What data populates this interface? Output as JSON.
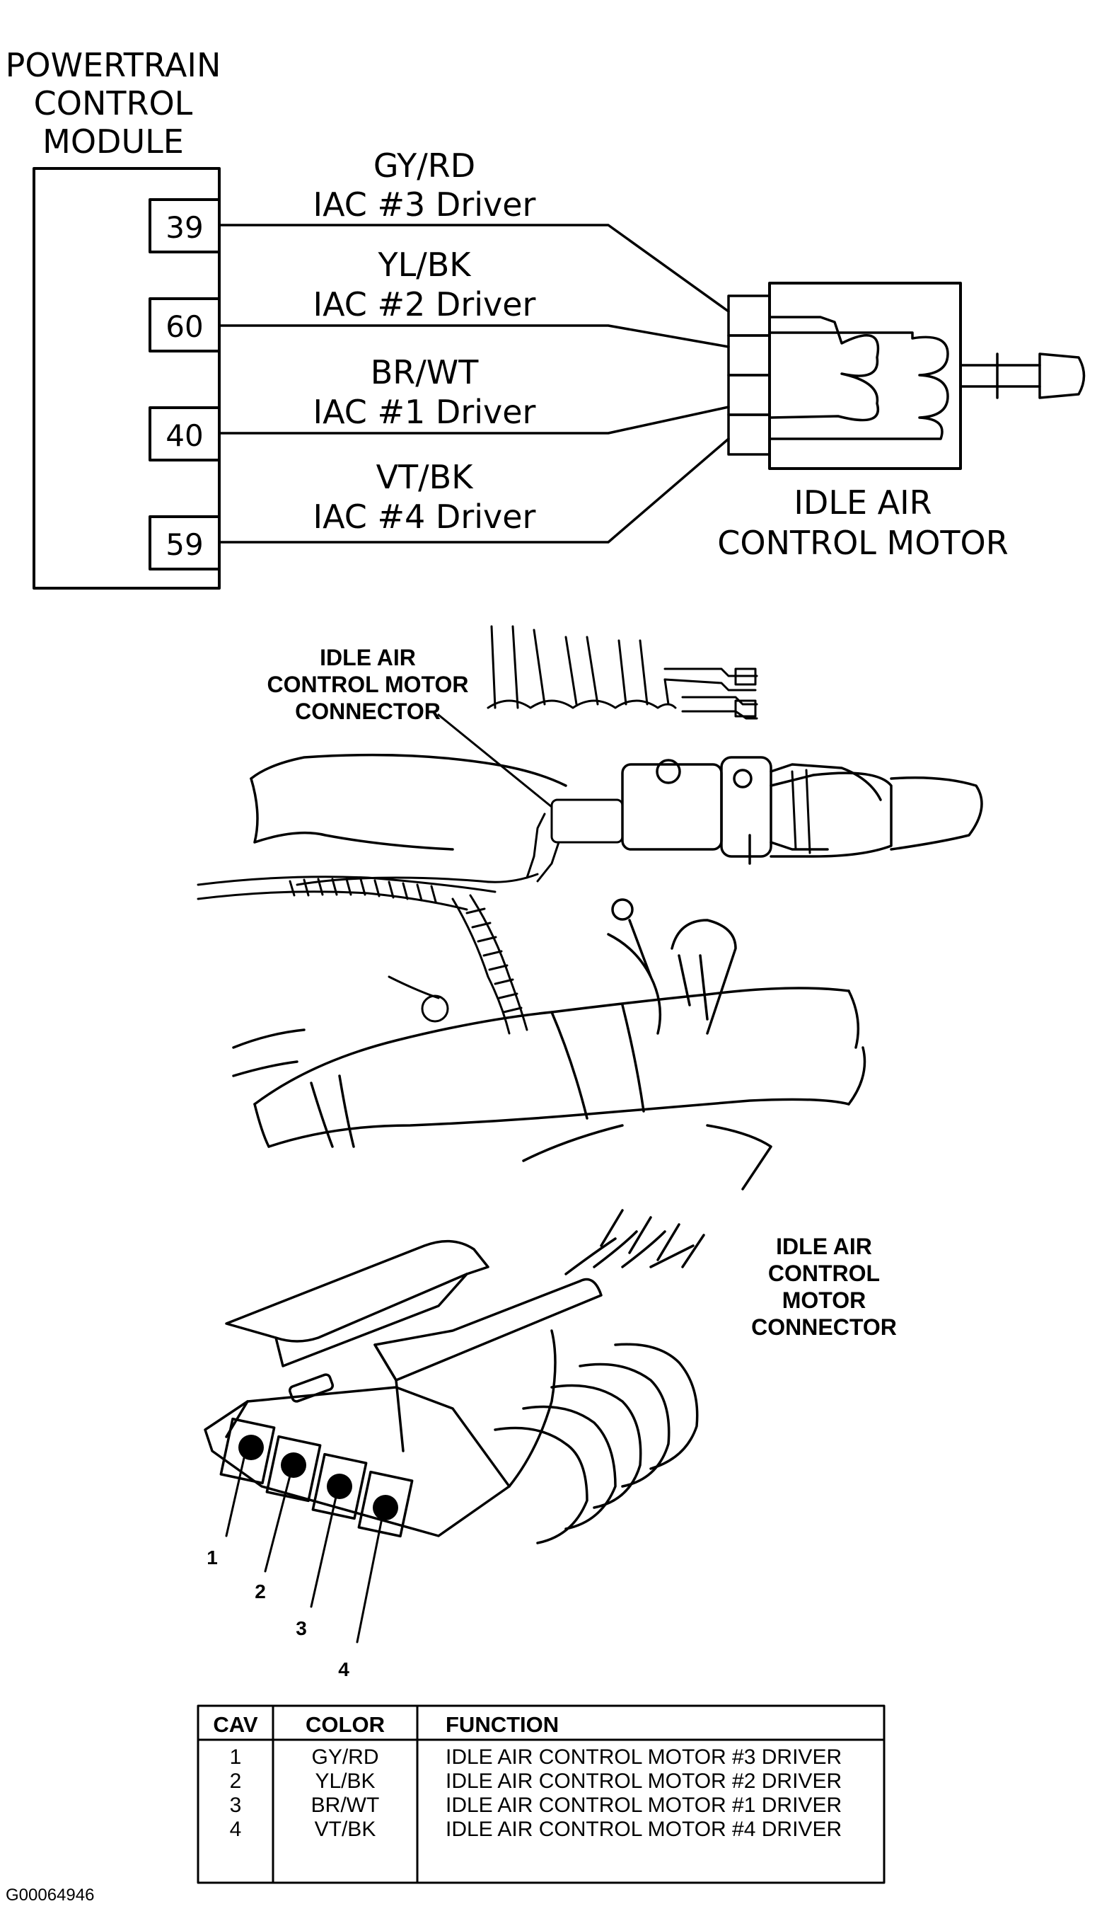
{
  "schematic": {
    "module_label": [
      "POWERTRAIN",
      "CONTROL",
      "MODULE"
    ],
    "pins": [
      "39",
      "60",
      "40",
      "59"
    ],
    "wires": [
      {
        "color": "GY/RD",
        "function": "IAC  #3  Driver"
      },
      {
        "color": "YL/BK",
        "function": "IAC  #2  Driver"
      },
      {
        "color": "BR/WT",
        "function": "IAC  #1  Driver"
      },
      {
        "color": "VT/BK",
        "function": "IAC  #4  Driver"
      }
    ],
    "motor_label": [
      "IDLE  AIR",
      "CONTROL  MOTOR"
    ]
  },
  "engine_view": {
    "connector_label": [
      "IDLE AIR",
      "CONTROL MOTOR",
      "CONNECTOR"
    ]
  },
  "connector_view": {
    "connector_label": [
      "IDLE AIR",
      "CONTROL",
      "MOTOR",
      "CONNECTOR"
    ],
    "cavity_numbers": [
      "1",
      "2",
      "3",
      "4"
    ]
  },
  "table": {
    "headers": [
      "CAV",
      "COLOR",
      "FUNCTION"
    ],
    "rows": [
      [
        "1",
        "GY/RD",
        "IDLE AIR CONTROL MOTOR #3 DRIVER"
      ],
      [
        "2",
        "YL/BK",
        "IDLE AIR CONTROL MOTOR #2 DRIVER"
      ],
      [
        "3",
        "BR/WT",
        "IDLE AIR CONTROL MOTOR #1 DRIVER"
      ],
      [
        "4",
        "VT/BK",
        "IDLE AIR CONTROL MOTOR #4 DRIVER"
      ]
    ]
  },
  "figure_id": "G00064946"
}
